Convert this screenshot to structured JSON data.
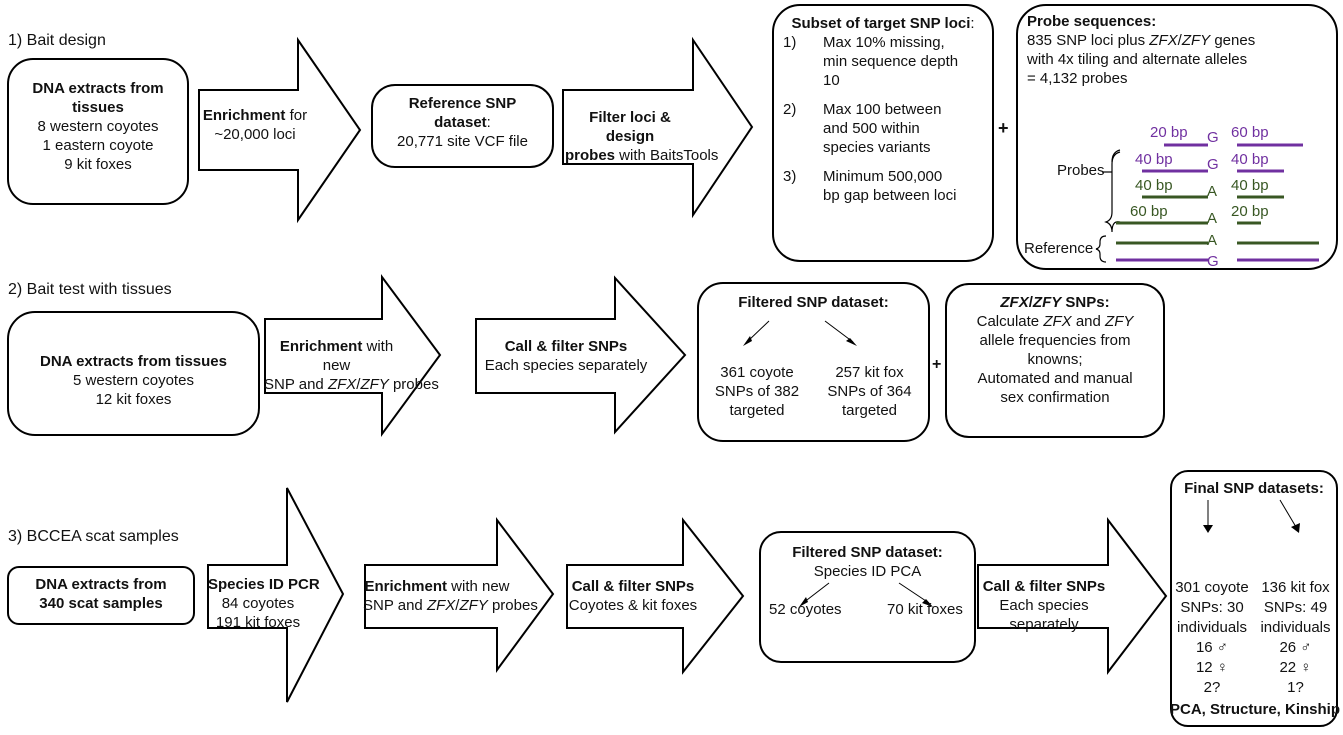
{
  "stages": {
    "s1": "1) Bait design",
    "s2": "2) Bait test with tissues",
    "s3": "3) BCCEA scat samples"
  },
  "row1": {
    "tissues": {
      "title1": "DNA extracts from",
      "title2": "tissues",
      "l1": "8 western coyotes",
      "l2": "1 eastern coyote",
      "l3": "9 kit foxes"
    },
    "enrich": {
      "bold": "Enrichment",
      "rest": " for",
      "l2": "~20,000 loci"
    },
    "ref": {
      "title1": "Reference SNP",
      "title2": "dataset",
      "colon": ":",
      "l1": "20,771 site VCF file"
    },
    "filter": {
      "bold1": "Filter loci & design",
      "bold2": "probes",
      "rest": " with BaitsTools"
    },
    "subset": {
      "title": "Subset of target SNP loci",
      "colon": ":",
      "items": [
        {
          "n": "1)",
          "lines": [
            "Max 10% missing,",
            "min sequence depth",
            "10"
          ]
        },
        {
          "n": "2)",
          "lines": [
            "Max 100 between",
            "and 500 within",
            "species variants"
          ]
        },
        {
          "n": "3)",
          "lines": [
            "Minimum 500,000",
            "bp gap between loci"
          ]
        }
      ]
    },
    "plus": "+",
    "probes": {
      "title": "Probe sequences:",
      "l1a": "835 SNP loci plus ",
      "l1g1": "ZFX",
      "l1s": "/",
      "l1g2": "ZFY",
      "l1b": " genes",
      "l2": "with 4x tiling and alternate alleles",
      "l3": "= 4,132 probes",
      "probes_label": "Probes",
      "reference_label": "Reference",
      "rows": [
        {
          "left": "20 bp",
          "allele": "G",
          "right": "60 bp"
        },
        {
          "left": "40 bp",
          "allele": "G",
          "right": "40 bp"
        },
        {
          "left": "40 bp",
          "allele": "A",
          "right": "40 bp"
        },
        {
          "left": "60 bp",
          "allele": "A",
          "right": "20 bp"
        }
      ],
      "ref_alleles": [
        "A",
        "G"
      ],
      "colors": {
        "purple": "#7030a0",
        "green": "#385723"
      }
    }
  },
  "row2": {
    "tissues": {
      "title": "DNA extracts from tissues",
      "l1": "5 western coyotes",
      "l2": "12 kit foxes"
    },
    "enrich": {
      "bold": "Enrichment",
      "rest": " with new",
      "l2": "SNP and ",
      "g1": "ZFX",
      "s": "/",
      "g2": "ZFY",
      "l2b": " probes"
    },
    "call": {
      "bold": "Call & filter SNPs",
      "l2": "Each species separately"
    },
    "filtered": {
      "title": "Filtered SNP dataset:",
      "coy": [
        "361 coyote",
        "SNPs of 382",
        "targeted"
      ],
      "kit": [
        "257 kit fox",
        "SNPs of 364",
        "targeted"
      ]
    },
    "plus": "+",
    "zfx": {
      "g1": "ZFX",
      "s": "/",
      "g2": "ZFY",
      "t": " SNPs:",
      "l1": "Calculate ",
      "l1g1": "ZFX",
      "l1m": " and ",
      "l1g2": "ZFY",
      "l2": "allele frequencies from",
      "l3": "knowns;",
      "l4": "Automated and manual",
      "l5": "sex confirmation"
    }
  },
  "row3": {
    "scat": {
      "l1": "DNA extracts from",
      "l2": "340 scat samples"
    },
    "pcr": {
      "bold": "Species ID PCR",
      "l1": "84 coyotes",
      "l2": "191 kit foxes"
    },
    "enrich": {
      "bold": "Enrichment",
      "rest": " with new",
      "l2": "SNP and ",
      "g1": "ZFX",
      "s": "/",
      "g2": "ZFY",
      "l2b": " probes"
    },
    "call": {
      "bold": "Call & filter SNPs",
      "l2": "Coyotes & kit foxes"
    },
    "filtered": {
      "title": "Filtered SNP dataset:",
      "l1": "Species ID PCA",
      "coy": "52 coyotes",
      "kit": "70 kit foxes"
    },
    "call2": {
      "bold": "Call & filter SNPs",
      "l1": "Each species",
      "l2": "separately"
    },
    "final": {
      "title": "Final SNP datasets:",
      "coy": [
        "301 coyote",
        "SNPs: 30",
        "individuals",
        "16 ♂",
        "12 ♀",
        "2?"
      ],
      "kit": [
        "136 kit fox",
        "SNPs: 49",
        "individuals",
        "26 ♂",
        "22 ♀",
        "1?"
      ],
      "footer": "PCA, Structure, Kinship"
    }
  }
}
